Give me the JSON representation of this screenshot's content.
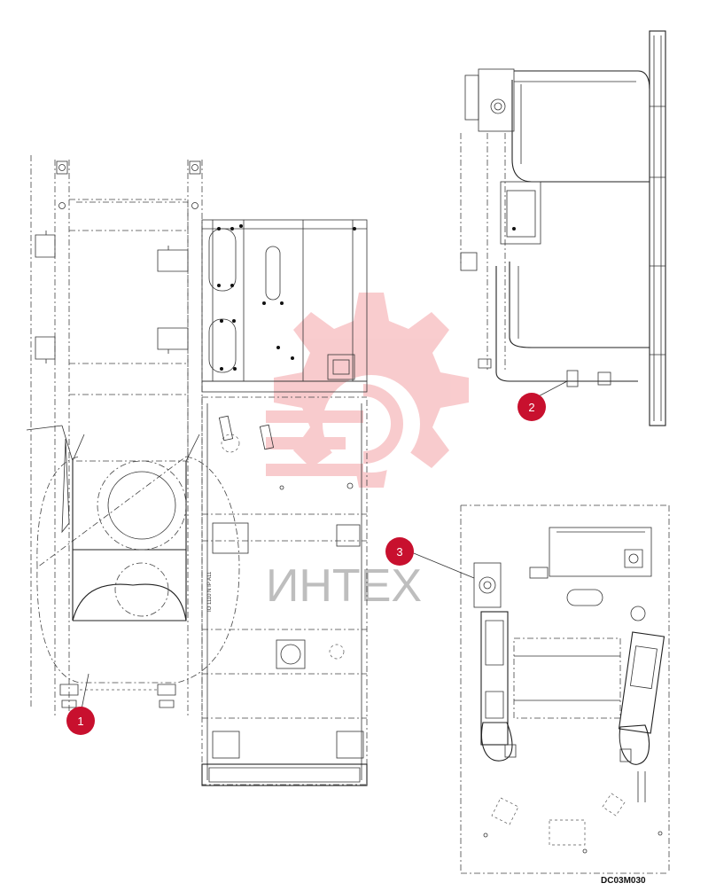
{
  "callouts": [
    {
      "label": "1"
    },
    {
      "label": "2"
    },
    {
      "label": "3"
    }
  ],
  "diagram_code": "DC03M030",
  "watermark": {
    "text": "ИНТЕХ",
    "icon": "gear-logo-icon",
    "color": "#e8474e"
  },
  "colors": {
    "callout": "#c8102e",
    "line": "#222222"
  }
}
